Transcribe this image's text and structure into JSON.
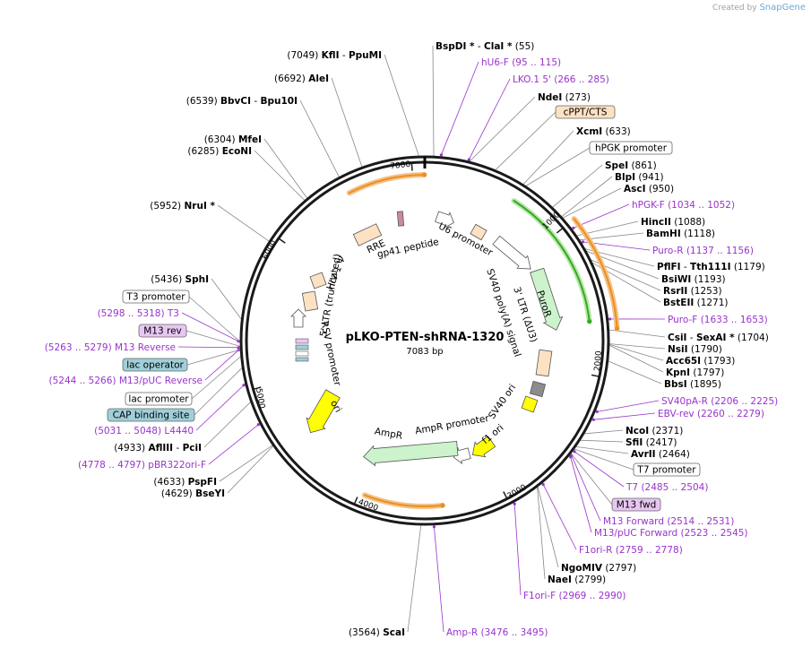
{
  "credit": {
    "prefix": "Created by",
    "brand": "SnapGene"
  },
  "title": "pLKO-PTEN-shRNA-1320",
  "subtitle": "7083 bp",
  "ticks": [
    "1000",
    "2000",
    "3000",
    "4000",
    "5000",
    "6000",
    "7000"
  ],
  "colors": {
    "site": "#000000",
    "primer": "#9933cc",
    "backbone": "#1a1a1a",
    "leader": "#888888",
    "orange": "#ea8f1f",
    "green": "#33aa22"
  },
  "sites": [
    {
      "pos": 55,
      "parts": [
        [
          "BspDI *",
          "b"
        ],
        [
          "  -  ",
          ""
        ],
        [
          "ClaI *",
          "b"
        ],
        [
          "  (55)",
          ""
        ]
      ]
    },
    {
      "pos": 273,
      "parts": [
        [
          "NdeI",
          "b"
        ],
        [
          "  (273)",
          ""
        ]
      ]
    },
    {
      "pos": 633,
      "parts": [
        [
          "XcmI",
          "b"
        ],
        [
          "  (633)",
          ""
        ]
      ]
    },
    {
      "pos": 861,
      "parts": [
        [
          "SpeI",
          "b"
        ],
        [
          "  (861)",
          ""
        ]
      ]
    },
    {
      "pos": 941,
      "parts": [
        [
          "BlpI",
          "b"
        ],
        [
          "  (941)",
          ""
        ]
      ]
    },
    {
      "pos": 950,
      "parts": [
        [
          "AscI",
          "b"
        ],
        [
          "  (950)",
          ""
        ]
      ]
    },
    {
      "pos": 1088,
      "parts": [
        [
          "HincII",
          "b"
        ],
        [
          "  (1088)",
          ""
        ]
      ]
    },
    {
      "pos": 1118,
      "parts": [
        [
          "BamHI",
          "b"
        ],
        [
          "  (1118)",
          ""
        ]
      ]
    },
    {
      "pos": 1179,
      "parts": [
        [
          "PflFI",
          "b"
        ],
        [
          "  -  ",
          ""
        ],
        [
          "Tth111I",
          "b"
        ],
        [
          "  (1179)",
          ""
        ]
      ]
    },
    {
      "pos": 1193,
      "parts": [
        [
          "BsiWI",
          "b"
        ],
        [
          "  (1193)",
          ""
        ]
      ]
    },
    {
      "pos": 1253,
      "parts": [
        [
          "RsrII",
          "b"
        ],
        [
          "  (1253)",
          ""
        ]
      ]
    },
    {
      "pos": 1271,
      "parts": [
        [
          "BstEII",
          "b"
        ],
        [
          "  (1271)",
          ""
        ]
      ]
    },
    {
      "pos": 1704,
      "parts": [
        [
          "CsiI",
          "b"
        ],
        [
          "  -  ",
          ""
        ],
        [
          "SexAI *",
          "b"
        ],
        [
          "  (1704)",
          ""
        ]
      ]
    },
    {
      "pos": 1790,
      "parts": [
        [
          "NsiI",
          "b"
        ],
        [
          "  (1790)",
          ""
        ]
      ]
    },
    {
      "pos": 1793,
      "parts": [
        [
          "Acc65I",
          "b"
        ],
        [
          "  (1793)",
          ""
        ]
      ]
    },
    {
      "pos": 1797,
      "parts": [
        [
          "KpnI",
          "b"
        ],
        [
          "  (1797)",
          ""
        ]
      ]
    },
    {
      "pos": 1895,
      "parts": [
        [
          "BbsI",
          "b"
        ],
        [
          "  (1895)",
          ""
        ]
      ]
    },
    {
      "pos": 2371,
      "parts": [
        [
          "NcoI",
          "b"
        ],
        [
          "  (2371)",
          ""
        ]
      ]
    },
    {
      "pos": 2417,
      "parts": [
        [
          "SfiI",
          "b"
        ],
        [
          "  (2417)",
          ""
        ]
      ]
    },
    {
      "pos": 2464,
      "parts": [
        [
          "AvrII",
          "b"
        ],
        [
          "  (2464)",
          ""
        ]
      ]
    },
    {
      "pos": 2797,
      "parts": [
        [
          "NgoMIV",
          "b"
        ],
        [
          "  (2797)",
          ""
        ]
      ]
    },
    {
      "pos": 2799,
      "parts": [
        [
          "NaeI",
          "b"
        ],
        [
          "  (2799)",
          ""
        ]
      ]
    },
    {
      "pos": 3564,
      "parts": [
        [
          "(3564)  ",
          ""
        ],
        [
          "ScaI",
          "b"
        ]
      ]
    },
    {
      "pos": 4629,
      "parts": [
        [
          "(4629)  ",
          ""
        ],
        [
          "BseYI",
          "b"
        ]
      ]
    },
    {
      "pos": 4633,
      "parts": [
        [
          "(4633)  ",
          ""
        ],
        [
          "PspFI",
          "b"
        ]
      ]
    },
    {
      "pos": 4933,
      "parts": [
        [
          "(4933)  ",
          ""
        ],
        [
          "AflIII",
          "b"
        ],
        [
          "  -  ",
          ""
        ],
        [
          "PciI",
          "b"
        ]
      ]
    },
    {
      "pos": 5436,
      "parts": [
        [
          "(5436)  ",
          ""
        ],
        [
          "SphI",
          "b"
        ]
      ]
    },
    {
      "pos": 5952,
      "parts": [
        [
          "(5952)  ",
          ""
        ],
        [
          "NruI *",
          "b"
        ]
      ]
    },
    {
      "pos": 6285,
      "parts": [
        [
          "(6285)  ",
          ""
        ],
        [
          "EcoNI",
          "b"
        ]
      ]
    },
    {
      "pos": 6304,
      "parts": [
        [
          "(6304)  ",
          ""
        ],
        [
          "MfeI",
          "b"
        ]
      ]
    },
    {
      "pos": 6539,
      "parts": [
        [
          "(6539)  ",
          ""
        ],
        [
          "BbvCI",
          "b"
        ],
        [
          "  -  ",
          ""
        ],
        [
          "Bpu10I",
          "b"
        ]
      ]
    },
    {
      "pos": 6692,
      "parts": [
        [
          "(6692)  ",
          ""
        ],
        [
          "AleI",
          "b"
        ]
      ]
    },
    {
      "pos": 7049,
      "parts": [
        [
          "(7049)  ",
          ""
        ],
        [
          "KflI",
          "b"
        ],
        [
          "  -  ",
          ""
        ],
        [
          "PpuMI",
          "b"
        ]
      ]
    }
  ],
  "primers": [
    {
      "label": "hU6-F",
      "range": "(95 .. 115)"
    },
    {
      "label": "LKO.1 5'",
      "range": "(266 .. 285)"
    },
    {
      "label": "hPGK-F",
      "range": "(1034 .. 1052)"
    },
    {
      "label": "Puro-R",
      "range": "(1137 .. 1156)"
    },
    {
      "label": "Puro-F",
      "range": "(1633 .. 1653)"
    },
    {
      "label": "SV40pA-R",
      "range": "(2206 .. 2225)"
    },
    {
      "label": "EBV-rev",
      "range": "(2260 .. 2279)"
    },
    {
      "label": "T7",
      "range": "(2485 .. 2504)"
    },
    {
      "label": "M13 Forward",
      "range": "(2514 .. 2531)"
    },
    {
      "label": "M13/pUC Forward",
      "range": "(2523 .. 2545)"
    },
    {
      "label": "F1ori-R",
      "range": "(2759 .. 2778)"
    },
    {
      "label": "F1ori-F",
      "range": "(2969 .. 2990)"
    },
    {
      "label": "Amp-R",
      "range": "(3476 .. 3495)"
    },
    {
      "label": "pBR322ori-F",
      "range": "(4778 .. 4797)"
    },
    {
      "label": "L4440",
      "range": "(5031 .. 5048)"
    },
    {
      "label": "M13/pUC Reverse",
      "range": "(5244 .. 5266)"
    },
    {
      "label": "M13 Reverse",
      "range": "(5263 .. 5279)"
    },
    {
      "label": "T3",
      "range": "(5298 .. 5318)"
    }
  ],
  "boxes": [
    {
      "label": "cPPT/CTS",
      "fill": "#fde1c3"
    },
    {
      "label": "hPGK promoter",
      "fill": "#ffffff"
    },
    {
      "label": "T7 promoter",
      "fill": "#ffffff"
    },
    {
      "label": "M13 fwd",
      "fill": "#e8c6f2"
    },
    {
      "label": "T3 promoter",
      "fill": "#ffffff"
    },
    {
      "label": "M13 rev",
      "fill": "#e8c6f2"
    },
    {
      "label": "lac operator",
      "fill": "#9fcfd9"
    },
    {
      "label": "lac promoter",
      "fill": "#ffffff"
    },
    {
      "label": "CAP binding site",
      "fill": "#9fcfd9"
    }
  ],
  "features": [
    {
      "label": "U6 promoter",
      "fill": "#ffffff"
    },
    {
      "label": "PuroR",
      "fill": "#ccf3cc"
    },
    {
      "label": "3' LTR (ΔU3)",
      "fill": "#fde1c3"
    },
    {
      "label": "SV40 poly(A) signal",
      "fill": "#8c8c8c"
    },
    {
      "label": "SV40 ori",
      "fill": "#ffff00"
    },
    {
      "label": "f1 ori",
      "fill": "#ffff00"
    },
    {
      "label": "AmpR promoter",
      "fill": "#ffffff"
    },
    {
      "label": "AmpR",
      "fill": "#ccf3cc"
    },
    {
      "label": "ori",
      "fill": "#ffff00"
    },
    {
      "label": "RSV promoter",
      "fill": "#ffffff"
    },
    {
      "label": "5' LTR (truncated)",
      "fill": "#fde1c3"
    },
    {
      "label": "HIV-1 Ψ",
      "fill": "#fde1c3"
    },
    {
      "label": "RRE",
      "fill": "#fde1c3"
    },
    {
      "label": "gp41 peptide",
      "fill": "#c98aa0"
    }
  ]
}
